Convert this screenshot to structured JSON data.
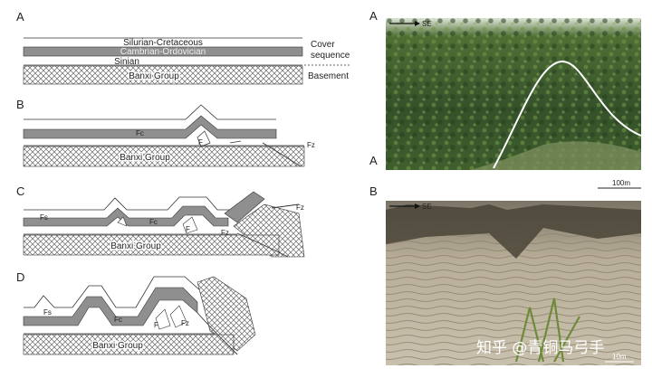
{
  "left": {
    "panels": {
      "A": "A",
      "B": "B",
      "C": "C",
      "D": "D"
    },
    "layers": {
      "silurian_cretaceous": "Silurian-Cretaceous",
      "cambrian_ordovician": "Cambrian-Ordovician",
      "sinian": "Sinian",
      "banxi_group": "Banxi Group"
    },
    "annotations": {
      "cover_line1": "Cover",
      "cover_line2": "sequence",
      "basement": "Basement"
    },
    "fault_labels": {
      "fc": "Fc",
      "fz": "Fz",
      "fs": "Fs",
      "f": "F"
    }
  },
  "right": {
    "photos": {
      "A": "A",
      "B": "B"
    },
    "direction": "SE",
    "scale_a": "100m",
    "scale_b": "10m"
  },
  "watermark": "知乎 @青铜马弓手",
  "colors": {
    "gray_layer": "#8f8f8f",
    "line": "#333333",
    "hatch": "#6a6a6a",
    "vegetation_dark": "#2f4a22",
    "vegetation_light": "#5b7a3a",
    "outcrop_sand": "#b9b09d"
  }
}
